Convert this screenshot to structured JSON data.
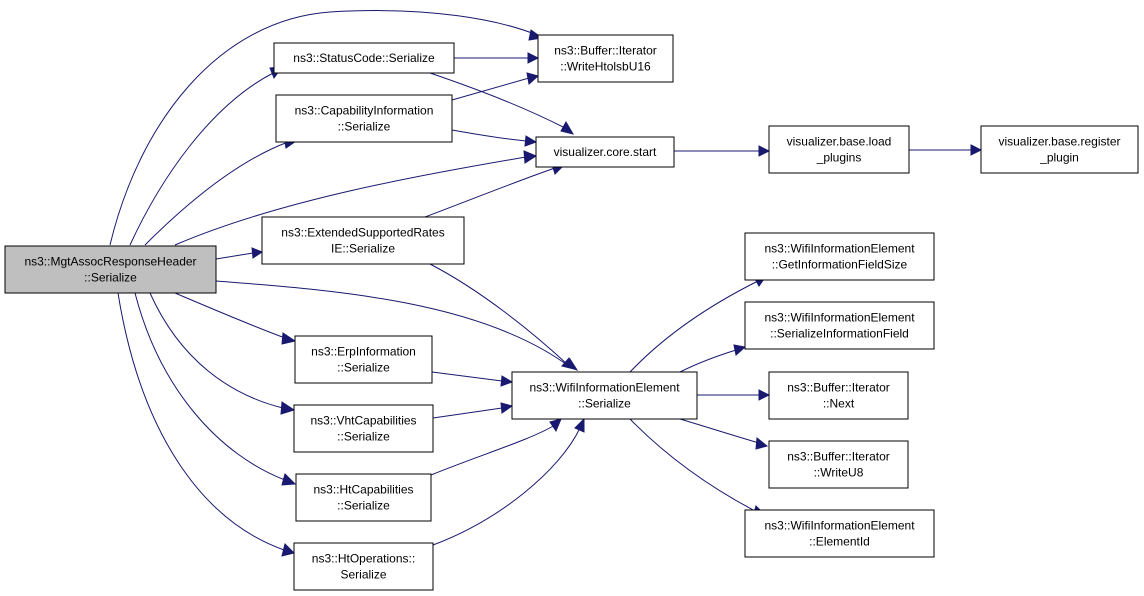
{
  "diagram": {
    "colors": {
      "edge": "#191970",
      "root_fill": "#bfbfbf",
      "node_fill": "#ffffff",
      "border": "#000000"
    },
    "nodes": {
      "root": {
        "lines": [
          "ns3::MgtAssocResponseHeader",
          "::Serialize"
        ]
      },
      "status_code": {
        "lines": [
          "ns3::StatusCode::Serialize"
        ]
      },
      "capability_info": {
        "lines": [
          "ns3::CapabilityInformation",
          "::Serialize"
        ]
      },
      "ext_supported_rates": {
        "lines": [
          "ns3::ExtendedSupportedRates",
          "IE::Serialize"
        ]
      },
      "erp_info": {
        "lines": [
          "ns3::ErpInformation",
          "::Serialize"
        ]
      },
      "vht_caps": {
        "lines": [
          "ns3::VhtCapabilities",
          "::Serialize"
        ]
      },
      "ht_caps": {
        "lines": [
          "ns3::HtCapabilities",
          "::Serialize"
        ]
      },
      "ht_ops": {
        "lines": [
          "ns3::HtOperations::",
          "Serialize"
        ]
      },
      "write_htolsb": {
        "lines": [
          "ns3::Buffer::Iterator",
          "::WriteHtolsbU16"
        ]
      },
      "core_start": {
        "lines": [
          "visualizer.core.start"
        ]
      },
      "load_plugins": {
        "lines": [
          "visualizer.base.load",
          "_plugins"
        ]
      },
      "register_plugin": {
        "lines": [
          "visualizer.base.register",
          "_plugin"
        ]
      },
      "wie_serialize": {
        "lines": [
          "ns3::WifiInformationElement",
          "::Serialize"
        ]
      },
      "get_field_size": {
        "lines": [
          "ns3::WifiInformationElement",
          "::GetInformationFieldSize"
        ]
      },
      "serialize_field": {
        "lines": [
          "ns3::WifiInformationElement",
          "::SerializeInformationField"
        ]
      },
      "iter_next": {
        "lines": [
          "ns3::Buffer::Iterator",
          "::Next"
        ]
      },
      "iter_writeu8": {
        "lines": [
          "ns3::Buffer::Iterator",
          "::WriteU8"
        ]
      },
      "element_id": {
        "lines": [
          "ns3::WifiInformationElement",
          "::ElementId"
        ]
      }
    },
    "edges": [
      [
        "root",
        "status_code"
      ],
      [
        "root",
        "write_htolsb"
      ],
      [
        "root",
        "capability_info"
      ],
      [
        "root",
        "core_start"
      ],
      [
        "root",
        "ext_supported_rates"
      ],
      [
        "root",
        "erp_info"
      ],
      [
        "root",
        "vht_caps"
      ],
      [
        "root",
        "ht_caps"
      ],
      [
        "root",
        "ht_ops"
      ],
      [
        "root",
        "wie_serialize"
      ],
      [
        "status_code",
        "write_htolsb"
      ],
      [
        "status_code",
        "core_start"
      ],
      [
        "capability_info",
        "write_htolsb"
      ],
      [
        "capability_info",
        "core_start"
      ],
      [
        "ext_supported_rates",
        "core_start"
      ],
      [
        "ext_supported_rates",
        "wie_serialize"
      ],
      [
        "core_start",
        "load_plugins"
      ],
      [
        "load_plugins",
        "register_plugin"
      ],
      [
        "erp_info",
        "wie_serialize"
      ],
      [
        "vht_caps",
        "wie_serialize"
      ],
      [
        "ht_caps",
        "wie_serialize"
      ],
      [
        "ht_ops",
        "wie_serialize"
      ],
      [
        "wie_serialize",
        "get_field_size"
      ],
      [
        "wie_serialize",
        "serialize_field"
      ],
      [
        "wie_serialize",
        "iter_next"
      ],
      [
        "wie_serialize",
        "iter_writeu8"
      ],
      [
        "wie_serialize",
        "element_id"
      ]
    ]
  }
}
